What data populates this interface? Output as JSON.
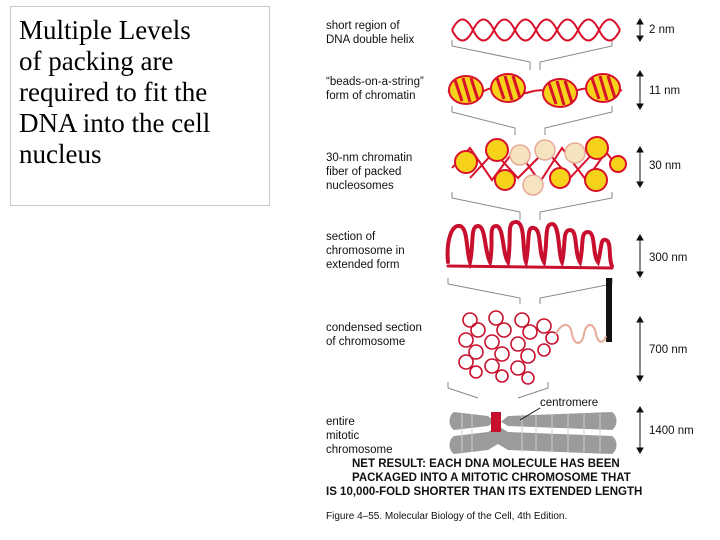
{
  "title_box": {
    "lines": [
      "Multiple Levels",
      "of packing are",
      "required to fit the",
      "DNA into the cell",
      "nucleus"
    ]
  },
  "diagram": {
    "levels": [
      {
        "label_lines": [
          "short region of",
          "DNA double helix"
        ],
        "scale": "2 nm"
      },
      {
        "label_lines": [
          "“beads-on-a-string”",
          "form of chromatin"
        ],
        "scale": "11 nm"
      },
      {
        "label_lines": [
          "30-nm chromatin",
          "fiber of packed",
          "nucleosomes"
        ],
        "scale": "30 nm"
      },
      {
        "label_lines": [
          "section of",
          "chromosome in",
          "extended form"
        ],
        "scale": "300 nm"
      },
      {
        "label_lines": [
          "condensed section",
          "of chromosome"
        ],
        "scale": "700 nm"
      },
      {
        "label_lines": [
          "entire",
          "mitotic",
          "chromosome"
        ],
        "scale": "1400 nm"
      }
    ],
    "centromere_label": "centromere",
    "net_result_lines": [
      "NET RESULT: EACH DNA MOLECULE HAS BEEN",
      "PACKAGED INTO A MITOTIC CHROMOSOME THAT",
      "IS 10,000-FOLD SHORTER THAN ITS EXTENDED LENGTH"
    ],
    "caption": "Figure 4–55. Molecular Biology of the Cell, 4th Edition."
  },
  "colors": {
    "dna_red": "#d8102a",
    "bead_yellow": "#f6d21a",
    "linker_pink": "#e8aa98",
    "chromosome_grey": "#9b9b9b",
    "centromere_red": "#c8102e",
    "guide_line": "#888888"
  }
}
